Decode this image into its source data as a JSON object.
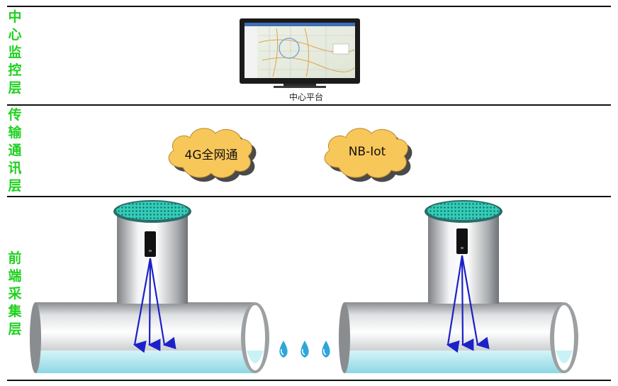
{
  "layers": {
    "center": {
      "chars": [
        "中",
        "心",
        "监",
        "控",
        "层"
      ]
    },
    "transport": {
      "chars": [
        "传",
        "输",
        "通",
        "讯",
        "层"
      ]
    },
    "frontend": {
      "chars": [
        "前",
        "端",
        "采",
        "集",
        "层"
      ]
    }
  },
  "center_platform": {
    "label": "中心平台"
  },
  "clouds": [
    {
      "label": "4G全网通"
    },
    {
      "label": "NB-Iot"
    }
  ],
  "colors": {
    "label_green": "#1fd11f",
    "cloud_fill": "#f8c75a",
    "water": "#b5eef5",
    "arrow": "#1b21c9",
    "manhole_lid": "#3fd7c2"
  }
}
